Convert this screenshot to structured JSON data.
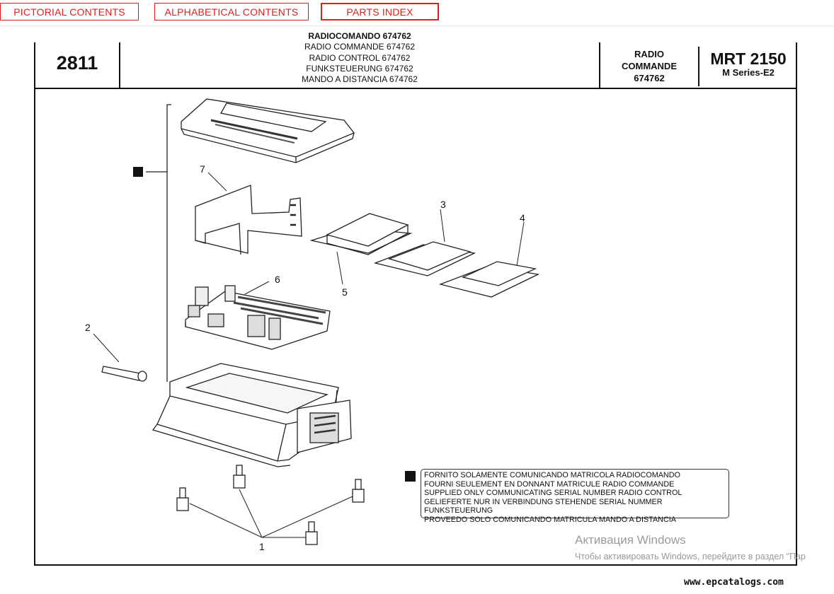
{
  "nav": {
    "pictorial": "PICTORIAL CONTENTS",
    "alphabetical": "ALPHABETICAL CONTENTS",
    "parts": "PARTS INDEX"
  },
  "header": {
    "page_number": "2811",
    "titles": [
      "RADIOCOMANDO 674762",
      "RADIO COMMANDE 674762",
      "RADIO CONTROL 674762",
      "FUNKSTEUERUNG 674762",
      "MANDO A DISTANCIA 674762"
    ],
    "section": [
      "RADIO",
      "COMMANDE",
      "674762"
    ],
    "model": "MRT 2150",
    "series": "M Series-E2"
  },
  "callouts": {
    "c1": "1",
    "c2": "2",
    "c3": "3",
    "c4": "4",
    "c5": "5",
    "c6": "6",
    "c7": "7"
  },
  "note_lines": [
    "FORNITO SOLAMENTE COMUNICANDO MATRICOLA RADIOCOMANDO",
    "FOURNI SEULEMENT EN DONNANT MATRICULE RADIO COMMANDE",
    "SUPPLIED ONLY COMMUNICATING SERIAL NUMBER RADIO CONTROL",
    "GELIEFERTE NUR IN VERBINDUNG STEHENDE SERIAL NUMMER FUNKSTEUERUNG",
    "PROVEEDO SOLO COMUNICANDO MATRICULA MANDO A DISTANCIA"
  ],
  "watermark": {
    "line1": "Активация Windows",
    "line2": "Чтобы активировать Windows, перейдите в раздел \"Пар"
  },
  "site": "www.epcatalogs.com"
}
